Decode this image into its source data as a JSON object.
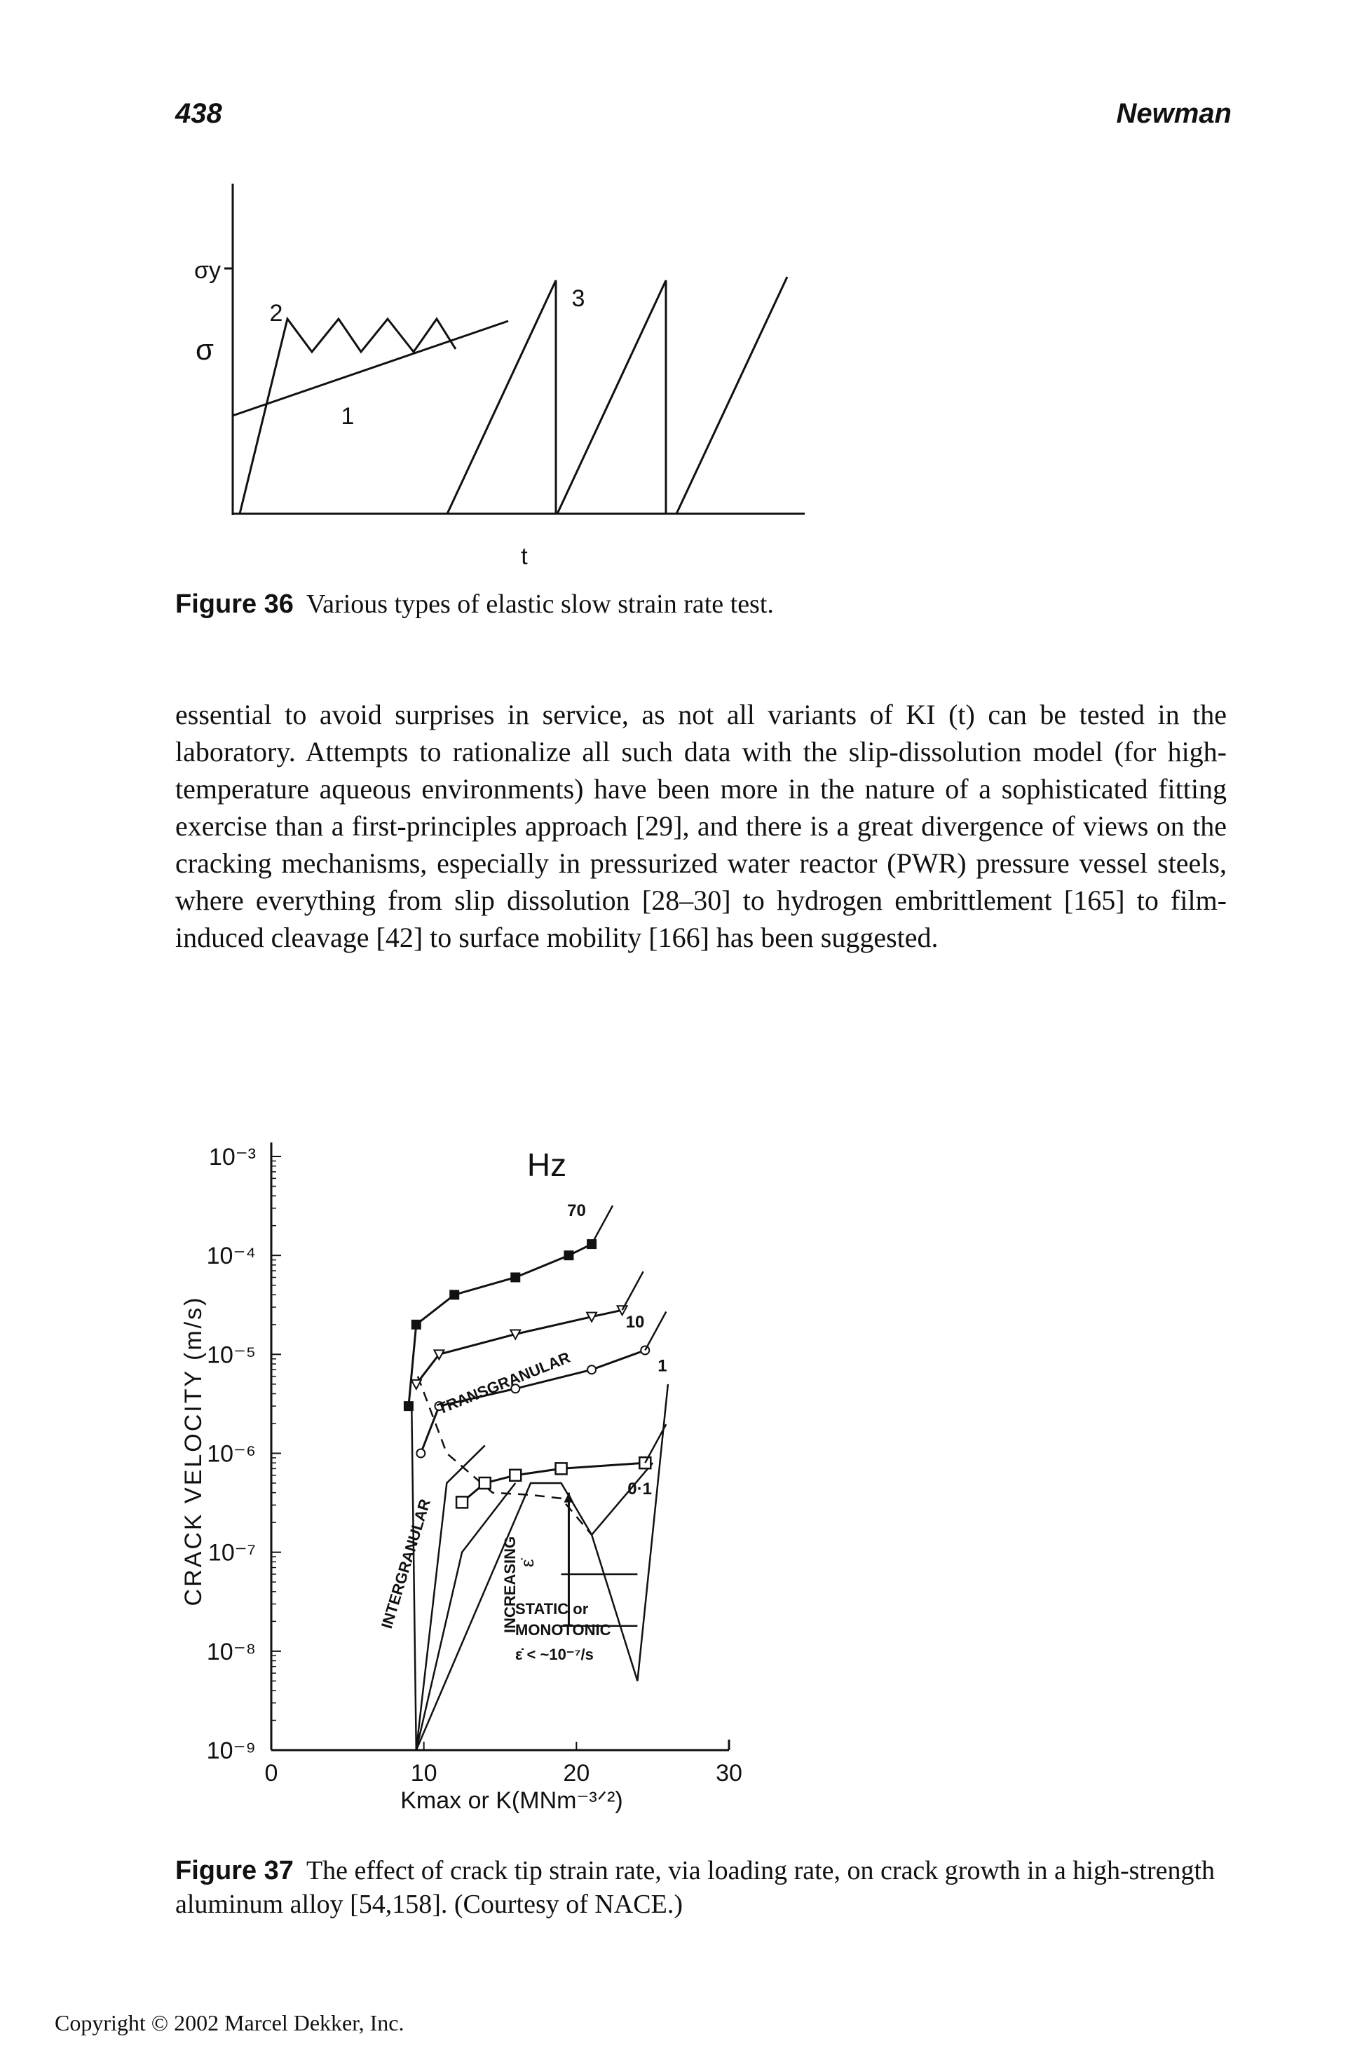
{
  "header": {
    "page_number": "438",
    "author": "Newman"
  },
  "figure36": {
    "label": "Figure 36",
    "caption": "Various types of elastic slow strain rate test.",
    "y_axis_label": "σ",
    "y_tick_label": "σy",
    "x_axis_label": "t",
    "curve_labels": [
      "1",
      "2",
      "3"
    ]
  },
  "body_text": "essential to avoid surprises in service, as not all variants of KI (t) can be tested in the laboratory. Attempts to rationalize all such data with the slip-dissolution model (for high-temperature aqueous environments) have been more in the nature of a sophisticated fitting exercise than a first-principles approach [29], and there is a great divergence of views on the cracking mechanisms, especially in pressurized water reactor (PWR) pressure vessel steels, where everything from slip dissolution [28–30] to hydrogen embrittlement [165] to film-induced cleavage [42] to surface mobility [166] has been suggested.",
  "figure37": {
    "label": "Figure 37",
    "caption": "The effect of crack tip strain rate, via loading rate, on crack growth in a high-strength aluminum alloy [54,158]. (Courtesy of NACE.)",
    "y_axis_label": "CRACK VELOCITY (m/s)",
    "y_tick_labels": [
      "10⁻³",
      "10⁻⁴",
      "10⁻⁵",
      "10⁻⁶",
      "10⁻⁷",
      "10⁻⁸",
      "10⁻⁹"
    ],
    "x_tick_labels": [
      "0",
      "10",
      "20",
      "30"
    ],
    "x_axis_label": "Kmax or K(MNm⁻³ᐟ²)",
    "freq_header": "Hz",
    "freq_labels": [
      "70",
      "10",
      "1",
      "0·1"
    ],
    "annotations": {
      "transgranular": "TRANSGRANULAR",
      "intergranular": "INTERGRANULAR",
      "increasing": "INCREASING",
      "epsilon_dot": "ε̇",
      "static_line1": "STATIC or",
      "static_line2": "MONOTONIC",
      "static_line3": "ε̇ < ~10⁻⁷/s"
    }
  },
  "chart_data": {
    "type": "line",
    "title": "",
    "xlabel": "Kmax or K(MNm⁻³ᐟ²)",
    "ylabel": "CRACK VELOCITY (m/s)",
    "xlim": [
      0,
      30
    ],
    "ylim": [
      1e-09,
      0.001
    ],
    "y_scale": "log",
    "series": [
      {
        "name": "70",
        "x": [
          9.0,
          9.5,
          12,
          16,
          19.5,
          21
        ],
        "y": [
          3e-06,
          2e-05,
          4e-05,
          6e-05,
          0.0001,
          0.00013
        ]
      },
      {
        "name": "10",
        "x": [
          9.5,
          11,
          16,
          21,
          23
        ],
        "y": [
          5e-06,
          1e-05,
          1.6e-05,
          2.4e-05,
          2.8e-05
        ]
      },
      {
        "name": "1",
        "x": [
          9.8,
          11,
          16,
          21,
          24.5
        ],
        "y": [
          1e-06,
          3e-06,
          4.5e-06,
          7e-06,
          1.1e-05
        ]
      },
      {
        "name": "0·1",
        "x": [
          12.5,
          14,
          16,
          19,
          24.5
        ],
        "y": [
          3.2e-07,
          5e-07,
          6e-07,
          7e-07,
          8e-07
        ]
      }
    ]
  }
}
